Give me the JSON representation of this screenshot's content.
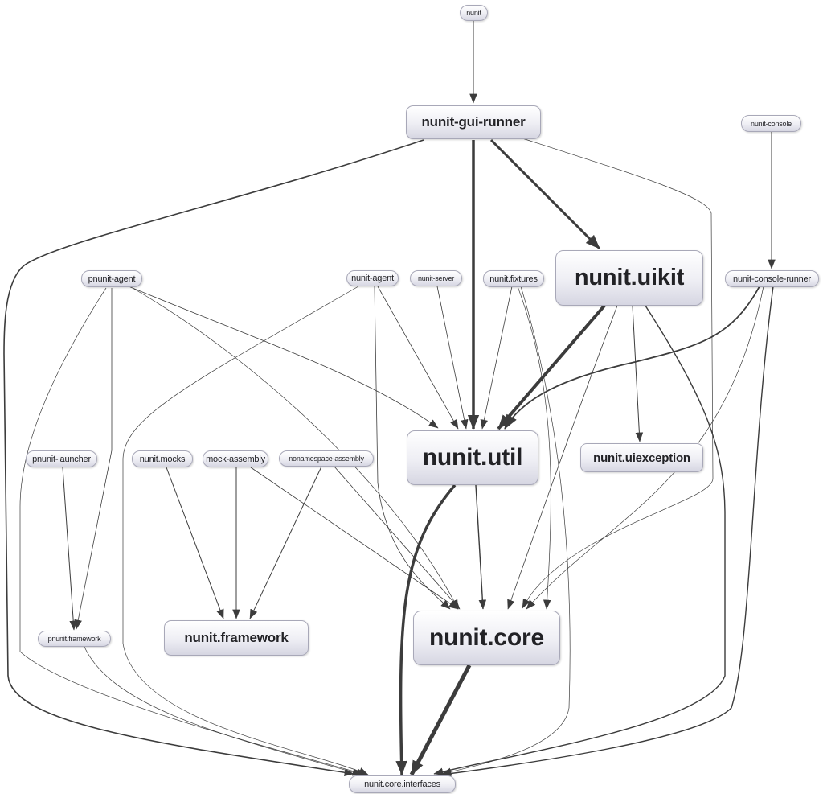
{
  "nodes": {
    "nunit": "nunit",
    "nunit_gui_runner": "nunit-gui-runner",
    "nunit_console": "nunit-console",
    "pnunit_agent": "pnunit-agent",
    "nunit_agent": "nunit-agent",
    "nunit_server": "nunit-server",
    "nunit_fixtures": "nunit.fixtures",
    "nunit_uikit": "nunit.uikit",
    "nunit_console_runner": "nunit-console-runner",
    "pnunit_launcher": "pnunit-launcher",
    "nunit_mocks": "nunit.mocks",
    "mock_assembly": "mock-assembly",
    "nonamespace_assembly": "nonamespace-assembly",
    "nunit_util": "nunit.util",
    "nunit_uiexception": "nunit.uiexception",
    "pnunit_framework": "pnunit.framework",
    "nunit_framework": "nunit.framework",
    "nunit_core": "nunit.core",
    "nunit_core_interfaces": "nunit.core.interfaces"
  },
  "colors": {
    "edge": "#3c3c3c",
    "node_border": "#a8a8b8",
    "node_fill_top": "#ffffff",
    "node_fill_bottom": "#d6d6e2",
    "text": "#222226"
  }
}
